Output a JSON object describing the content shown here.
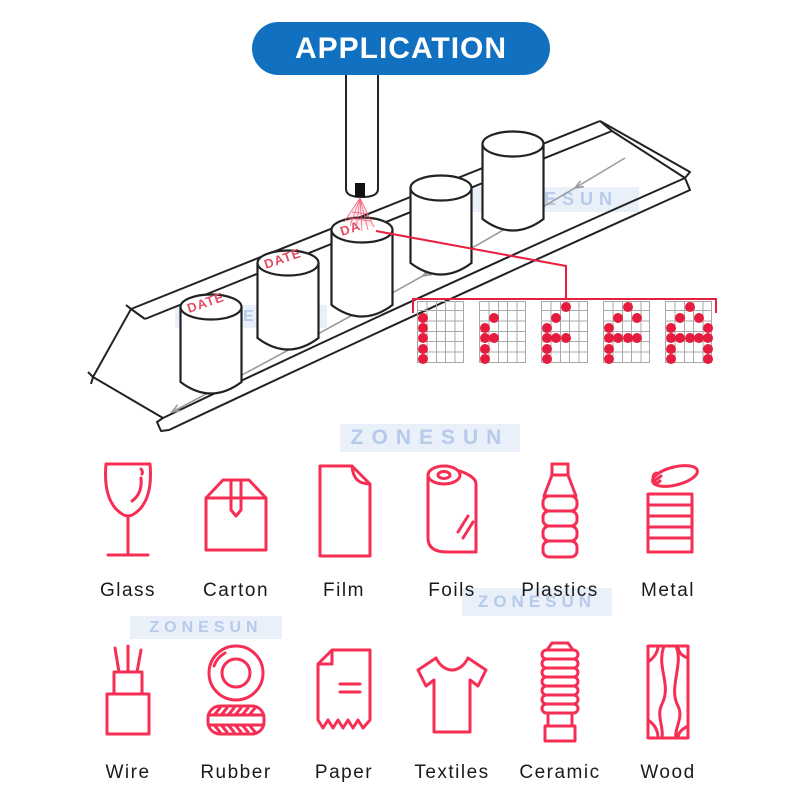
{
  "header": {
    "title": "APPLICATION",
    "accent_color": "#1170bf"
  },
  "watermark": {
    "text": "ZONESUN",
    "color": "#b5cbe9"
  },
  "conveyor": {
    "printed_label": "DATE",
    "printing_progress_label": "DA",
    "machine": "inkjet-date-coder-nozzle",
    "outline_color": "#222222",
    "direction_arrow_color": "#9a9a9a"
  },
  "print_preview": {
    "character": "A",
    "rows": 6,
    "cols": 5,
    "dot_color": "#e51c3e",
    "grid_color": "#a9a9a9",
    "callout_color": "#e8203f",
    "grids": [
      {
        "dots": [
          [
            0,
            1
          ],
          [
            0,
            2
          ],
          [
            0,
            3
          ],
          [
            0,
            4
          ],
          [
            0,
            5
          ]
        ]
      },
      {
        "dots": [
          [
            1,
            1
          ],
          [
            0,
            2
          ],
          [
            0,
            3
          ],
          [
            1,
            3
          ],
          [
            0,
            4
          ],
          [
            0,
            5
          ]
        ]
      },
      {
        "dots": [
          [
            2,
            0
          ],
          [
            1,
            1
          ],
          [
            0,
            2
          ],
          [
            0,
            3
          ],
          [
            1,
            3
          ],
          [
            2,
            3
          ],
          [
            0,
            4
          ],
          [
            0,
            5
          ]
        ]
      },
      {
        "dots": [
          [
            2,
            0
          ],
          [
            1,
            1
          ],
          [
            3,
            1
          ],
          [
            0,
            2
          ],
          [
            0,
            3
          ],
          [
            1,
            3
          ],
          [
            2,
            3
          ],
          [
            3,
            3
          ],
          [
            0,
            4
          ],
          [
            0,
            5
          ]
        ]
      },
      {
        "dots": [
          [
            2,
            0
          ],
          [
            1,
            1
          ],
          [
            3,
            1
          ],
          [
            0,
            2
          ],
          [
            4,
            2
          ],
          [
            0,
            3
          ],
          [
            1,
            3
          ],
          [
            2,
            3
          ],
          [
            3,
            3
          ],
          [
            4,
            3
          ],
          [
            0,
            4
          ],
          [
            4,
            4
          ],
          [
            0,
            5
          ],
          [
            4,
            5
          ]
        ]
      }
    ]
  },
  "icon_color": "#f62e54",
  "label_color": "#1a1a1a",
  "materials": [
    {
      "label": "Glass",
      "icon": "wine-glass-icon"
    },
    {
      "label": "Carton",
      "icon": "carton-box-icon"
    },
    {
      "label": "Film",
      "icon": "film-sheet-icon"
    },
    {
      "label": "Foils",
      "icon": "foil-roll-icon"
    },
    {
      "label": "Plastics",
      "icon": "plastic-bottle-icon"
    },
    {
      "label": "Metal",
      "icon": "tin-can-icon"
    },
    {
      "label": "Wire",
      "icon": "cable-icon"
    },
    {
      "label": "Rubber",
      "icon": "tire-icon"
    },
    {
      "label": "Paper",
      "icon": "receipt-icon"
    },
    {
      "label": "Textiles",
      "icon": "t-shirt-icon"
    },
    {
      "label": "Ceramic",
      "icon": "ceramic-insulator-icon"
    },
    {
      "label": "Wood",
      "icon": "wood-plank-icon"
    }
  ]
}
